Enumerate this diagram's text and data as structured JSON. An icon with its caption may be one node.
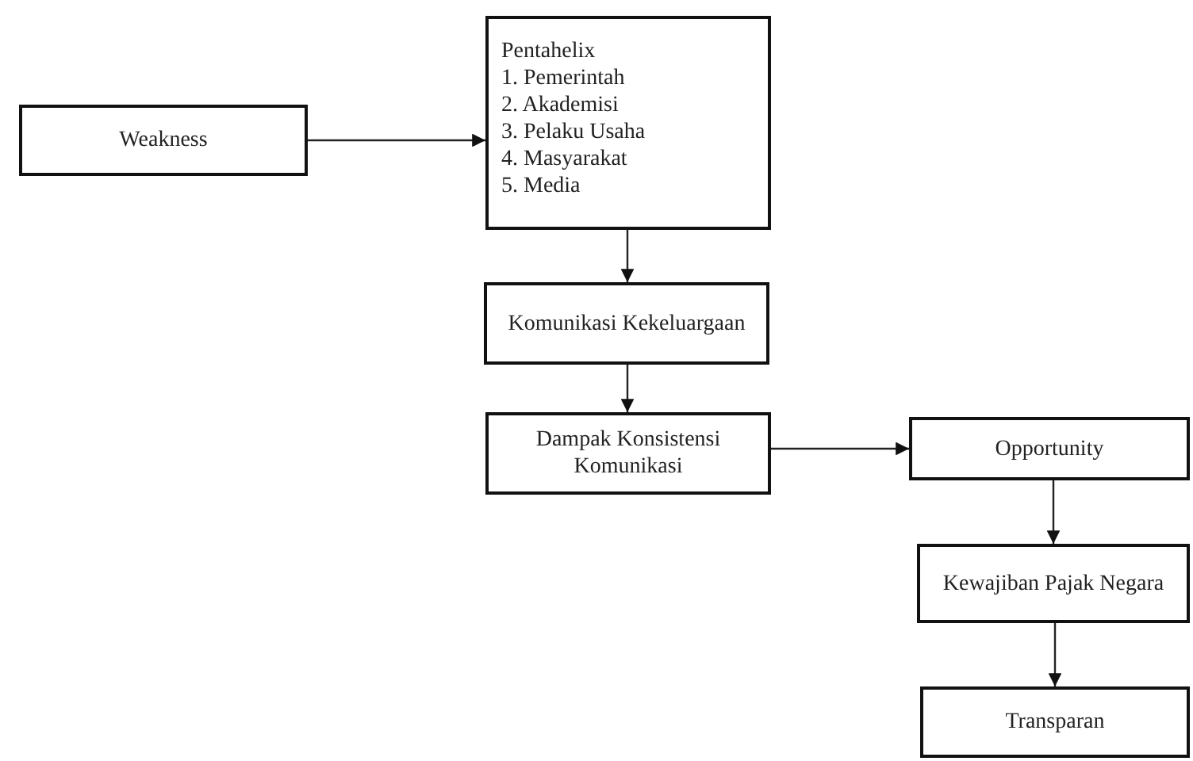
{
  "diagram": {
    "nodes": [
      {
        "text": [
          "Weakness"
        ]
      },
      {
        "text": [
          "Pentahelix",
          "1. Pemerintah",
          "2. Akademisi",
          "3. Pelaku Usaha",
          "4. Masyarakat",
          "5. Media"
        ]
      },
      {
        "text": [
          "Komunikasi Kekeluargaan"
        ]
      },
      {
        "text": [
          "Dampak Konsistensi Komunikasi"
        ]
      },
      {
        "text": [
          "Opportunity"
        ]
      },
      {
        "text": [
          "Kewajiban Pajak Negara"
        ]
      },
      {
        "text": [
          "Transparan"
        ]
      }
    ],
    "edges": [
      {
        "from": 0,
        "to": 1,
        "arrow": "to"
      },
      {
        "from": 1,
        "to": 2,
        "arrow": "to"
      },
      {
        "from": 2,
        "to": 3,
        "arrow": "to"
      },
      {
        "from": 3,
        "to": 4,
        "arrow": "to"
      },
      {
        "from": 4,
        "to": 5,
        "arrow": "to"
      },
      {
        "from": 5,
        "to": 6,
        "arrow": "to"
      }
    ]
  }
}
